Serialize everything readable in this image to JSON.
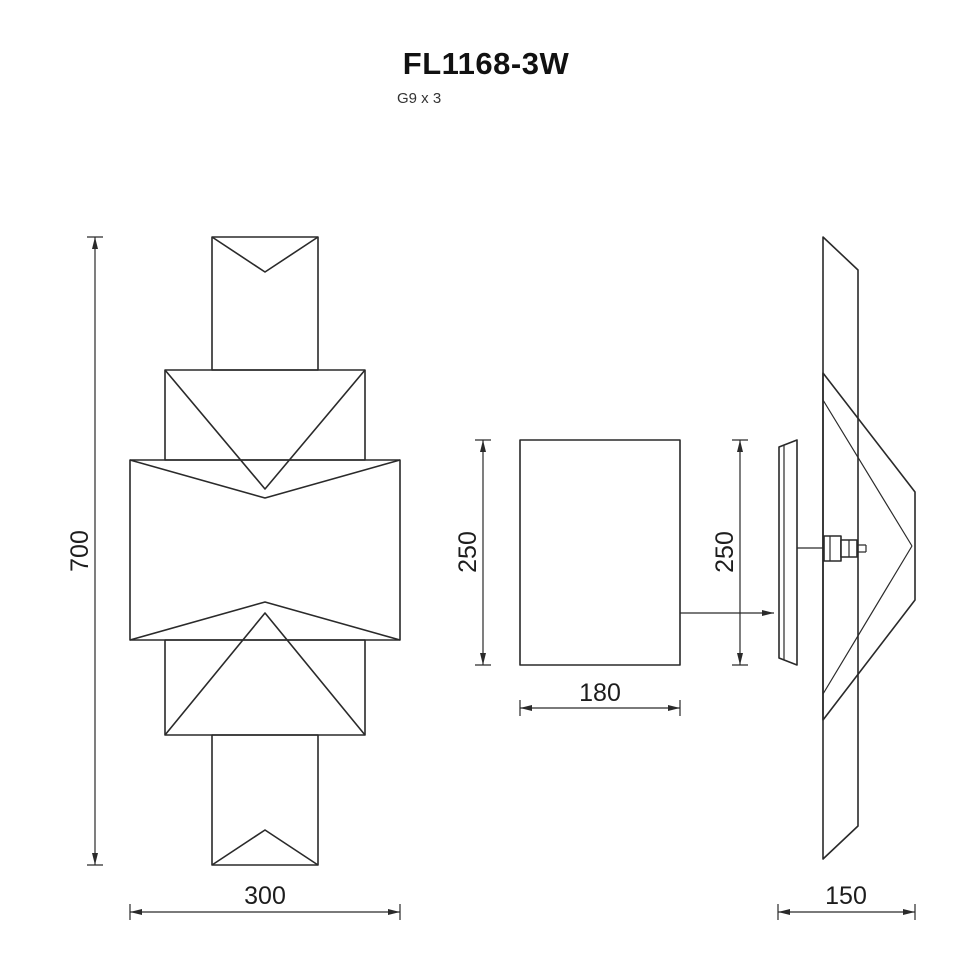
{
  "header": {
    "title": "FL1168-3W",
    "subtitle": "G9 x 3"
  },
  "views": {
    "front": {
      "height_label": "700",
      "width_label": "300"
    },
    "shade": {
      "height_label": "250",
      "width_label": "180"
    },
    "side": {
      "height_label": "250",
      "width_label": "150"
    }
  },
  "colors": {
    "line": "#2a2a2a",
    "text": "#1d1d1d",
    "background": "#ffffff"
  }
}
